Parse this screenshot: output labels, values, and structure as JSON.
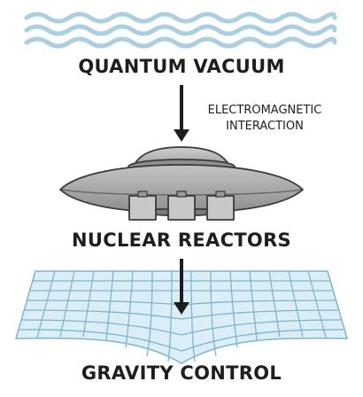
{
  "labels": {
    "top": "QUANTUM VACUUM",
    "interaction_line1": "ELECTROMAGNETIC",
    "interaction_line2": "INTERACTION",
    "middle": "NUCLEAR REACTORS",
    "bottom": "GRAVITY CONTROL"
  },
  "colors": {
    "wave": "#a9cfe0",
    "grid_fill": "#dbeef6",
    "grid_line": "#7fb4cf",
    "saucer": "#a7a7a7",
    "text": "#1e1e1e"
  },
  "icons": {
    "waves": "wave-icon",
    "saucer": "flying-saucer-icon",
    "grid": "spacetime-grid-icon",
    "arrow": "arrow-down-icon"
  }
}
